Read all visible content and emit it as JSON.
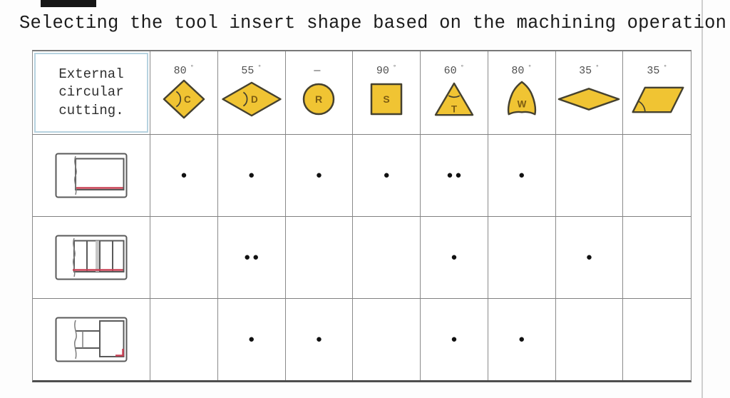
{
  "title": "Selecting the tool insert shape based on the machining operation.",
  "table": {
    "row_header": {
      "line1": "External",
      "line2": "circular",
      "line3": "cutting."
    },
    "columns": [
      {
        "angle": "80",
        "degree": "°",
        "letter": "C",
        "shape": "diamond-80"
      },
      {
        "angle": "55",
        "degree": "°",
        "letter": "D",
        "shape": "diamond-55"
      },
      {
        "angle": "—",
        "degree": "",
        "letter": "R",
        "shape": "round"
      },
      {
        "angle": "90",
        "degree": "°",
        "letter": "S",
        "shape": "square"
      },
      {
        "angle": "60",
        "degree": "°",
        "letter": "T",
        "shape": "triangle"
      },
      {
        "angle": "80",
        "degree": "°",
        "letter": "W",
        "shape": "trigon"
      },
      {
        "angle": "35",
        "degree": "°",
        "letter": "",
        "shape": "diamond-35"
      },
      {
        "angle": "35",
        "degree": "°",
        "letter": "",
        "shape": "parallelogram-35"
      }
    ],
    "rows": [
      {
        "operation_icon": "straight-turning-diagram",
        "dots": [
          "●",
          "●",
          "●",
          "●",
          "●●",
          "●",
          "",
          ""
        ]
      },
      {
        "operation_icon": "grooved-turning-diagram",
        "dots": [
          "",
          "●●",
          "",
          "",
          "●",
          "",
          "●",
          ""
        ]
      },
      {
        "operation_icon": "shoulder-turning-diagram",
        "dots": [
          "",
          "●",
          "●",
          "",
          "●",
          "●",
          "",
          ""
        ]
      }
    ]
  },
  "colors": {
    "insert_fill": "#F0C433",
    "insert_stroke": "#45412F",
    "insert_letter": "#7C5C12",
    "red_accent": "#C84054",
    "grid_line": "#8A8A8A",
    "corner_border": "#B7D3E0"
  }
}
